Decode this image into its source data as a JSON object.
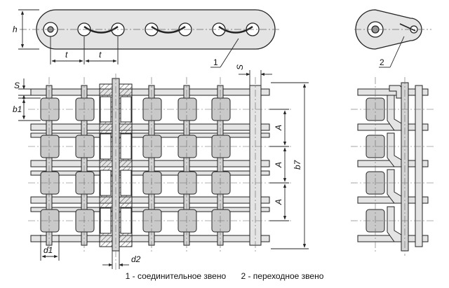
{
  "labels": {
    "h": "h",
    "t1": "t",
    "t2": "t",
    "s_left": "S",
    "s_top": "S",
    "b1": "b1",
    "d1": "d1",
    "d2": "d2",
    "a1": "A",
    "a2": "A",
    "a3": "A",
    "b7": "b7",
    "callout1": "1",
    "callout2": "2"
  },
  "legend": {
    "item1": "1 - соединительное звено",
    "item2": "2 - переходное звено"
  },
  "colors": {
    "stroke": "#222222",
    "plate": "#e4e4e4",
    "roller": "#c9c9c9",
    "hatch": "#555555"
  }
}
